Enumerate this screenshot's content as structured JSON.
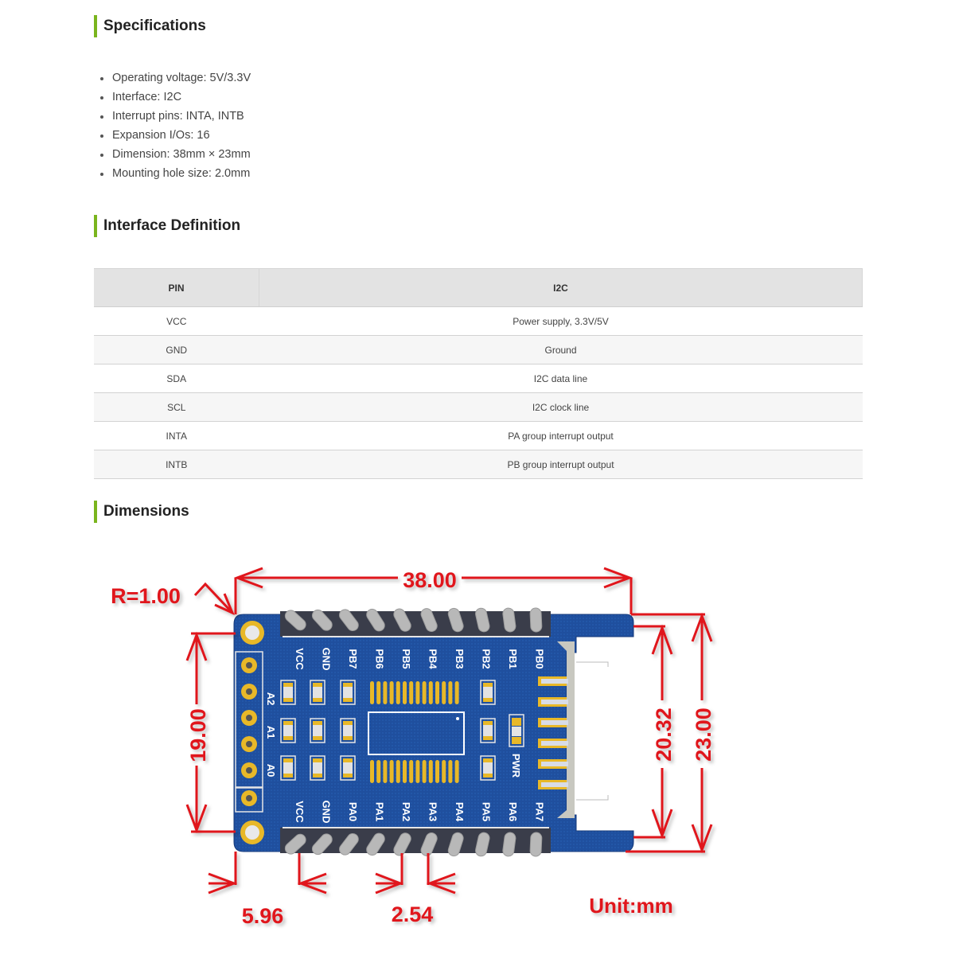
{
  "colors": {
    "accent": "#7ab51d",
    "dimension": "#e0141b",
    "pcb": "#1d4a9a"
  },
  "specifications": {
    "title": "Specifications",
    "items": [
      "Operating voltage: 5V/3.3V",
      "Interface: I2C",
      "Interrupt pins: INTA, INTB",
      "Expansion I/Os: 16",
      "Dimension: 38mm × 23mm",
      "Mounting hole size: 2.0mm"
    ]
  },
  "interface": {
    "title": "Interface Definition",
    "headers": [
      "PIN",
      "I2C"
    ],
    "rows": [
      [
        "VCC",
        "Power supply, 3.3V/5V"
      ],
      [
        "GND",
        "Ground"
      ],
      [
        "SDA",
        "I2C data line"
      ],
      [
        "SCL",
        "I2C clock line"
      ],
      [
        "INTA",
        "PA group interrupt output"
      ],
      [
        "INTB",
        "PB group interrupt output"
      ]
    ]
  },
  "dimensions": {
    "title": "Dimensions",
    "labels": {
      "radius": "R=1.00",
      "width": "38.00",
      "hole_spacing": "19.00",
      "connector_height": "20.32",
      "height": "23.00",
      "edge_to_pin": "5.96",
      "pin_pitch": "2.54",
      "unit": "Unit:mm"
    },
    "top_pins": [
      "VCC",
      "GND",
      "PB7",
      "PB6",
      "PB5",
      "PB4",
      "PB3",
      "PB2",
      "PB1",
      "PB0"
    ],
    "bottom_pins": [
      "VCC",
      "GND",
      "PA0",
      "PA1",
      "PA2",
      "PA3",
      "PA4",
      "PA5",
      "PA6",
      "PA7"
    ],
    "address_labels": [
      "A2",
      "A1",
      "A0"
    ],
    "led_label": "PWR"
  }
}
